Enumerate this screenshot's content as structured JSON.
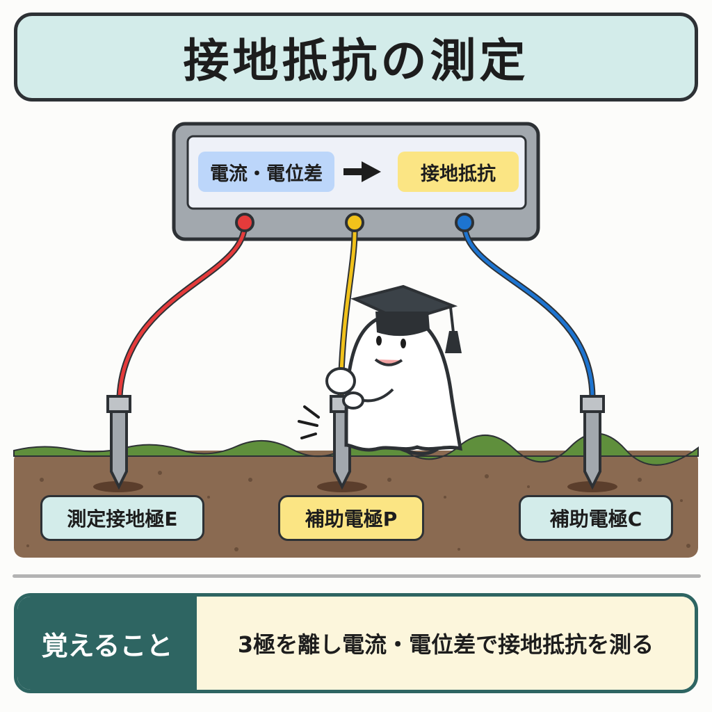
{
  "title": "接地抵抗の測定",
  "meter": {
    "input_label": "電流・電位差",
    "output_label": "接地抵抗"
  },
  "electrodes": {
    "e_label": "測定接地極E",
    "p_label": "補助電極P",
    "c_label": "補助電極C"
  },
  "memo": {
    "heading": "覚えること",
    "text": "3極を離し電流・電位差で接地抵抗を測る"
  },
  "colors": {
    "red_lead": "#e53b3b",
    "yellow_lead": "#f1c21b",
    "blue_lead": "#1d74d0",
    "title_bg": "#d3ecea",
    "memo_accent": "#2e6562"
  }
}
